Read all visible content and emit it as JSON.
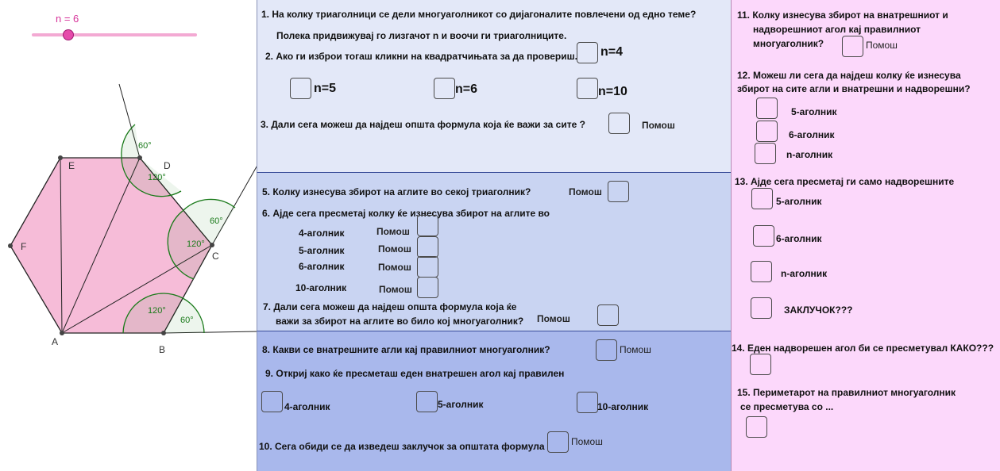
{
  "slider": {
    "label": "n = 6",
    "value": 6,
    "fraction": 0.22,
    "color": "#d7359b"
  },
  "geometry": {
    "points": [
      "A",
      "B",
      "C",
      "D",
      "E",
      "F"
    ],
    "angles": [
      "60°",
      "120°",
      "60°",
      "120°",
      "120°",
      "60°"
    ],
    "fill_color": "#f6bcd8",
    "angle_color": "#1a7a1a"
  },
  "panels": {
    "p1": {
      "color": "#e3e8f8",
      "q1": "1.  На колку триаголници се дели многуаголникот со дијагоналите повлечени од едно теме?",
      "q1_sub": "Полека придвижувај го лизгачот n и воочи ги триаголниците.",
      "q2": "2.  Ако ги изброи тогаш кликни на квадратчињата за да провериш.",
      "n4": "n=4",
      "n5": "n=5",
      "n6": "n=6",
      "n10": "n=10",
      "q3": "3.  Дали сега можеш да најдеш општа формула која ќе важи за сите ?",
      "help": "Помош"
    },
    "p2": {
      "color": "#c9d4f2",
      "q5": "5.  Колку изнесува збирот на аглите во секој триаголник?",
      "help": "Помош",
      "q6": "6.  Ајде сега пресметај колку ќе изнесува збирот на аглите во",
      "items": [
        "4-аголник",
        "5-аголник",
        "6-аголник",
        "10-аголник"
      ],
      "q7_line1": "7.  Дали сега можеш да најдеш општа формула која ќе",
      "q7_line2": "важи за збирот на аглите во било кој многуаголник?"
    },
    "p3": {
      "color": "#a9b8ec",
      "q8": "8.  Какви се внатрешните агли кај правилниот многуаголник?",
      "help": "Помош",
      "q9": "9.  Откриј како ќе пресметаш еден внатрешен агол кај правилен",
      "items": [
        "4-аголник",
        "5-аголник",
        "10-аголник"
      ],
      "q10": "10.  Сега обиди се да изведеш заклучок за општата формула"
    },
    "p4": {
      "color": "#fcd8fb",
      "q11_line1": "11.  Колку изнесува збирот на внатрешниот и",
      "q11_line2": "надворешниот агол кај правилниот",
      "q11_line3": "многуаголник?",
      "help": "Помош",
      "q12_line1": "12.  Можеш ли сега да најдеш колку ќе изнесува",
      "q12_line2": "збирот на сите агли и внатрешни и надворешни?",
      "q12_items": [
        "5-аголник",
        "6-аголник",
        "n-аголник"
      ],
      "q13": "13.  Ајде сега пресметај ги само надворешните",
      "q13_items": [
        "5-аголник",
        "6-аголник",
        "n-аголник"
      ],
      "conclusion": "ЗАКЛУЧОК???",
      "q14": "14. Еден надворешен агол би се пресметувал КАКО???",
      "q15_line1": "15.  Периметарот на правилниот многуаголник",
      "q15_line2": "се пресметува со ..."
    }
  }
}
